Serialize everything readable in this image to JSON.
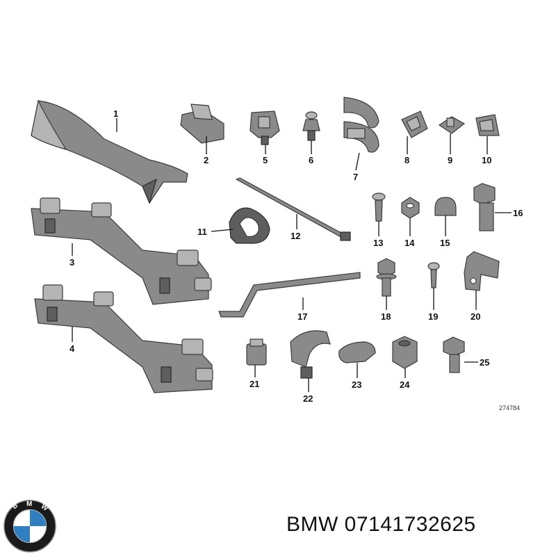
{
  "callouts": [
    "1",
    "2",
    "3",
    "4",
    "5",
    "6",
    "7",
    "8",
    "9",
    "10",
    "11",
    "12",
    "13",
    "14",
    "15",
    "16",
    "17",
    "18",
    "19",
    "20",
    "21",
    "22",
    "23",
    "24",
    "25"
  ],
  "drawing_ref": "274784",
  "caption": {
    "brand": "BMW",
    "part_number": "07141732625"
  },
  "logo": {
    "letters": "BMW",
    "colors": {
      "ring": "#1a1a1a",
      "blue": "#2f7fc1",
      "white": "#ffffff"
    }
  }
}
